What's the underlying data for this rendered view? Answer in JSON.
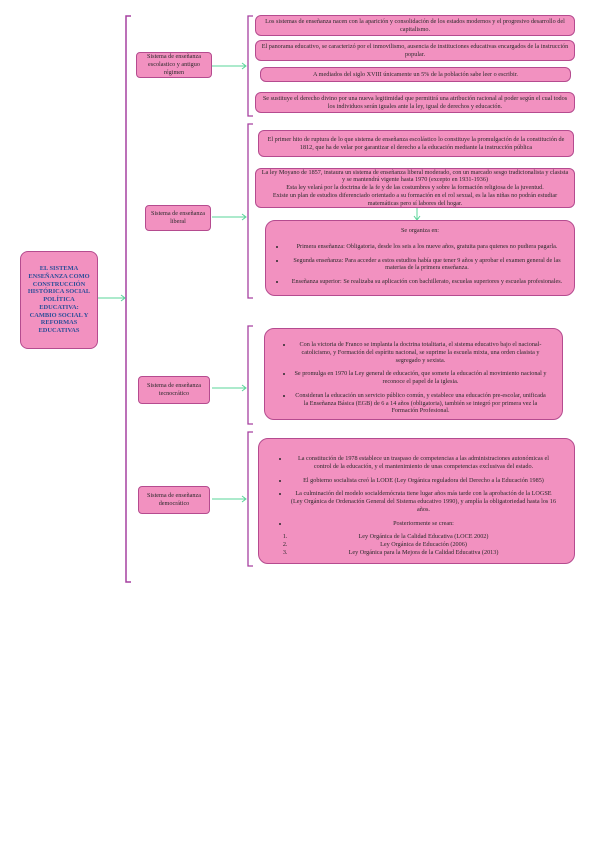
{
  "root": {
    "title": "EL SISTEMA ENSEÑANZA COMO CONSTRUCCIÓN HISTÓRICA SOCIAL POLÍTICA EDUCATIVA: CAMBIO SOCIAL Y REFORMAS EDUCATIVAS"
  },
  "branches": {
    "escolastico": {
      "label": "Sistema de enseñanza escolastico y antiguo régimen",
      "items": [
        "Los sistemas de enseñanza nacen con la aparición y consolidación de los estados modernos y el progresivo desarrollo del capitalismo.",
        "El panorama educativo, se caracterizó por el inmovilismo, ausencia de instituciones educativas encargados de la instrucción popular.",
        "A mediados del siglo XVIII únicamente un 5% de la población sabe leer o escribir.",
        "Se sustituye el derecho divino por una nueva legitimidad que permitirá una atribución racional al poder según el cual todos los individuos serán iguales ante la ley, igual de derechos y educación."
      ]
    },
    "liberal": {
      "label": "Sistema de enseñanza liberal",
      "items": [
        "El primer hito de ruptura de lo que sistema de enseñanza escolástico lo constituye la promulgación de la constitución de 1812, que ha de velar por garantizar el derecho a la educación mediante la instrucción pública",
        "La ley Moyano de 1857, instaura un sistema de enseñanza liberal moderado, con un marcado sesgo tradicionalista y clasista y se mantendrá vigente hasta 1970 (excepto en 1931-1936)\nEsta ley velará por la doctrina de la fe y de las costumbres y sobre la formación religiosa de la juventud.\nExiste un plan de estudios diferenciado orientado a su formación en el rol sexual, es la las niñas no podrán estudiar matemáticas pero sí labores del hogar."
      ],
      "sub_title": "Se organiza en:",
      "sub_items": [
        "Primera enseñanza: Obligatoria, desde los seis a los nueve años, gratuita para quienes no pudiera pagarla.",
        "Segunda enseñanza: Para acceder a estos estudios había que tener 9 años y aprobar el examen general de las materias de la primera enseñanza.",
        "Enseñanza superior: Se realizaba su aplicación con bachillerato, escuelas superiores y escuelas profesionales."
      ]
    },
    "tecnocratico": {
      "label": "Sistema de enseñanza tecnocrático",
      "items": [
        "Con la victoria de Franco se implanta la doctrina totalitaria, el sistema educativo bajo el nacional-catolicismo, y Formación del espíritu nacional, se suprime la escuela mixta, una orden clasista y segregado y sexista.",
        "Se promulga en 1970 la Ley general de educación, que somete la educación al movimiento nacional y reconoce el papel de la iglesia.",
        "Consideran la educación un servicio público común, y establece una educación pre-escolar, unificada la Enseñanza Básica (EGB) de 6 a 14 años (obligatoria), también se integró por primera vez la Formación Profesional."
      ]
    },
    "democratico": {
      "label": "Sistema de enseñanza democrático",
      "items": [
        "La constitución de 1978 establece un traspaso de competencias a las administraciones autonómicas el control de la educación, y el mantenimiento de unas competencias exclusivas del estado.",
        "El gobierno socialista creó la LODE (Ley Orgánica reguladora del Derecho a la Educación 1985)",
        "La culminación del modelo socialdemócrata tiene lugar años más tarde con la aprobación de la LOGSE (Ley Orgánica de Ordenación General del Sistema educativo 1990), y amplía la obligatoriedad hasta los 16 años.",
        "Posteriormente se crean:"
      ],
      "laws": [
        "Ley Orgánica de la Calidad Educativa (LOCE 2002)",
        "Ley Orgánica de Educación (2006)",
        "Ley Orgánica para la Mejora de la Calidad Educativa (2013)"
      ]
    }
  },
  "colors": {
    "box": "#f291c0",
    "border": "#b54b8f",
    "bracket": "#a640a0",
    "arrow": "#59d49a",
    "title_text": "#2c4f99"
  }
}
